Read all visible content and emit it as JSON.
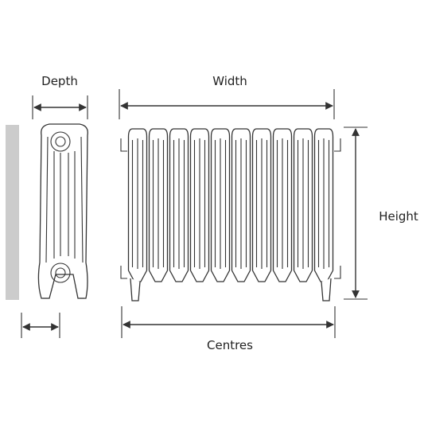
{
  "labels": {
    "depth": "Depth",
    "width": "Width",
    "height": "Height",
    "centres": "Centres"
  },
  "radiator": {
    "column_count": 10
  },
  "colors": {
    "wall": "#cccccc",
    "stroke": "#333333",
    "text": "#222222"
  }
}
